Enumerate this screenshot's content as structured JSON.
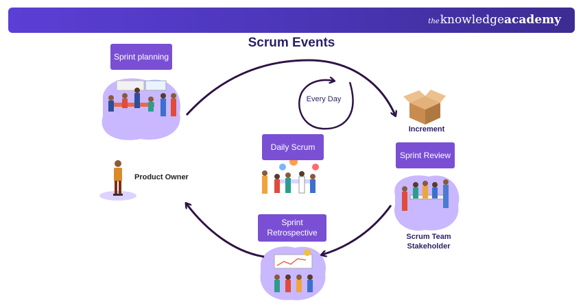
{
  "header": {
    "brand_the": "the",
    "brand_knowledge": "knowledge",
    "brand_academy": "academy"
  },
  "title": "Scrum Events",
  "events": {
    "sprint_planning": "Sprint planning",
    "daily_scrum": "Daily Scrum",
    "sprint_review": "Sprint Review",
    "sprint_retrospective": "Sprint Retrospective"
  },
  "labels": {
    "every_day": "Every Day",
    "increment": "Increment",
    "product_owner": "Product Owner",
    "scrum_team": "Scrum Team",
    "stakeholder": "Stakeholder"
  },
  "colors": {
    "banner": "#4a35b5",
    "tag": "#7a4fd4",
    "arrow": "#2e1345",
    "blob": "#c9b8ff"
  }
}
